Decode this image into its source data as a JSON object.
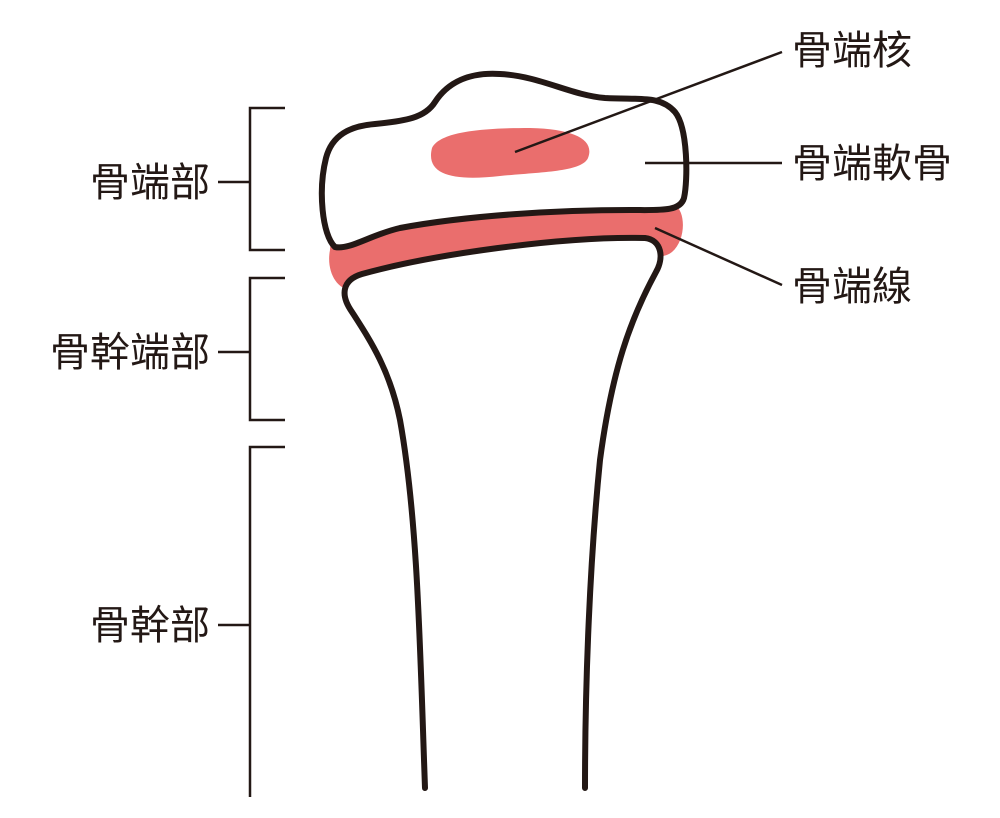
{
  "title": "Bone anatomy diagram",
  "colors": {
    "outline": "#231815",
    "highlight": "#ea6e6d",
    "background": "#ffffff"
  },
  "labels_right": {
    "epiphyseal_nucleus": "骨端核",
    "epiphyseal_cartilage": "骨端軟骨",
    "epiphyseal_line": "骨端線"
  },
  "labels_left": {
    "epiphysis": "骨端部",
    "metaphysis": "骨幹端部",
    "diaphysis": "骨幹部"
  }
}
